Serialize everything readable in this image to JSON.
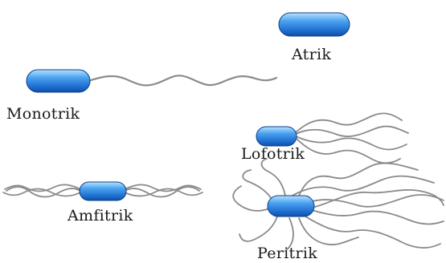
{
  "labels": {
    "atrik": "Atrik",
    "monotrik": "Monotrik",
    "lofotrik": "Lofotrik",
    "amfitrik": "Amfitrik",
    "peritrik": "Peritrik"
  },
  "colors": {
    "cell_light": "#9fd3ff",
    "cell_mid": "#3d95ea",
    "cell_dark": "#1257b8",
    "flagellum": "#8a8a8a",
    "text": "#1a1a1a"
  }
}
